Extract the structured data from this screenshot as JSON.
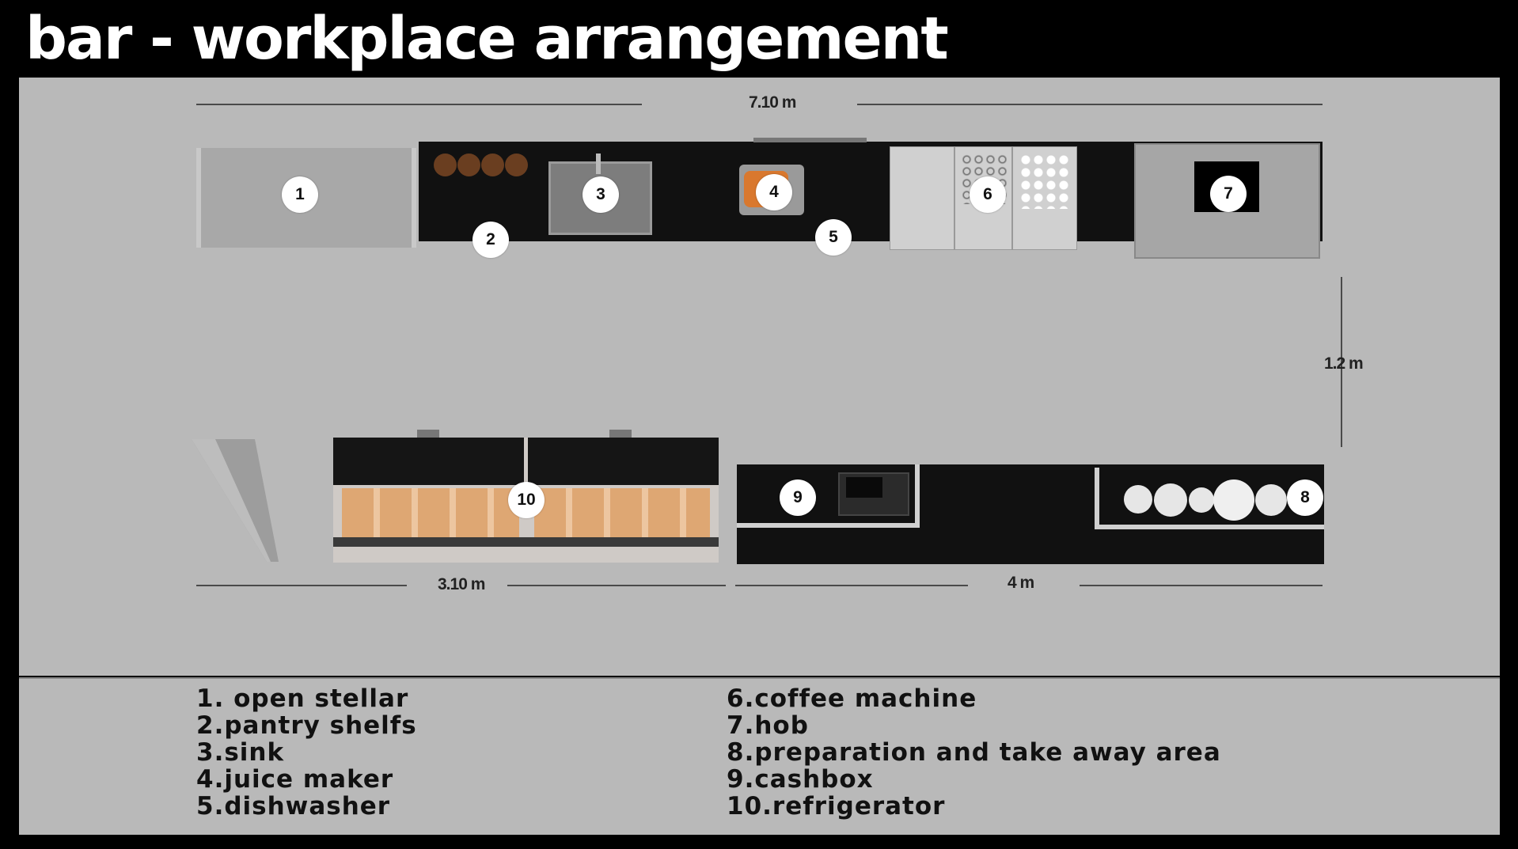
{
  "title": "bar - workplace arrangement",
  "dimensions": {
    "top_width": "7.10 m",
    "aisle_width": "1.2 m",
    "bottom_left_width": "3.10 m",
    "bottom_right_width": "4 m"
  },
  "markers": [
    "1",
    "2",
    "3",
    "4",
    "5",
    "6",
    "7",
    "8",
    "9",
    "10"
  ],
  "legend": [
    "1. open stellar",
    "2.pantry shelfs",
    "3.sink",
    "4.juice maker",
    "5.dishwasher",
    "6.coffee machine",
    "7.hob",
    "8.preparation and take away area",
    "9.cashbox",
    "10.refrigerator"
  ],
  "colors": {
    "background": "#000000",
    "plan_background": "#b9b9b9",
    "counter": "#111111",
    "marker": "#ffffff"
  }
}
